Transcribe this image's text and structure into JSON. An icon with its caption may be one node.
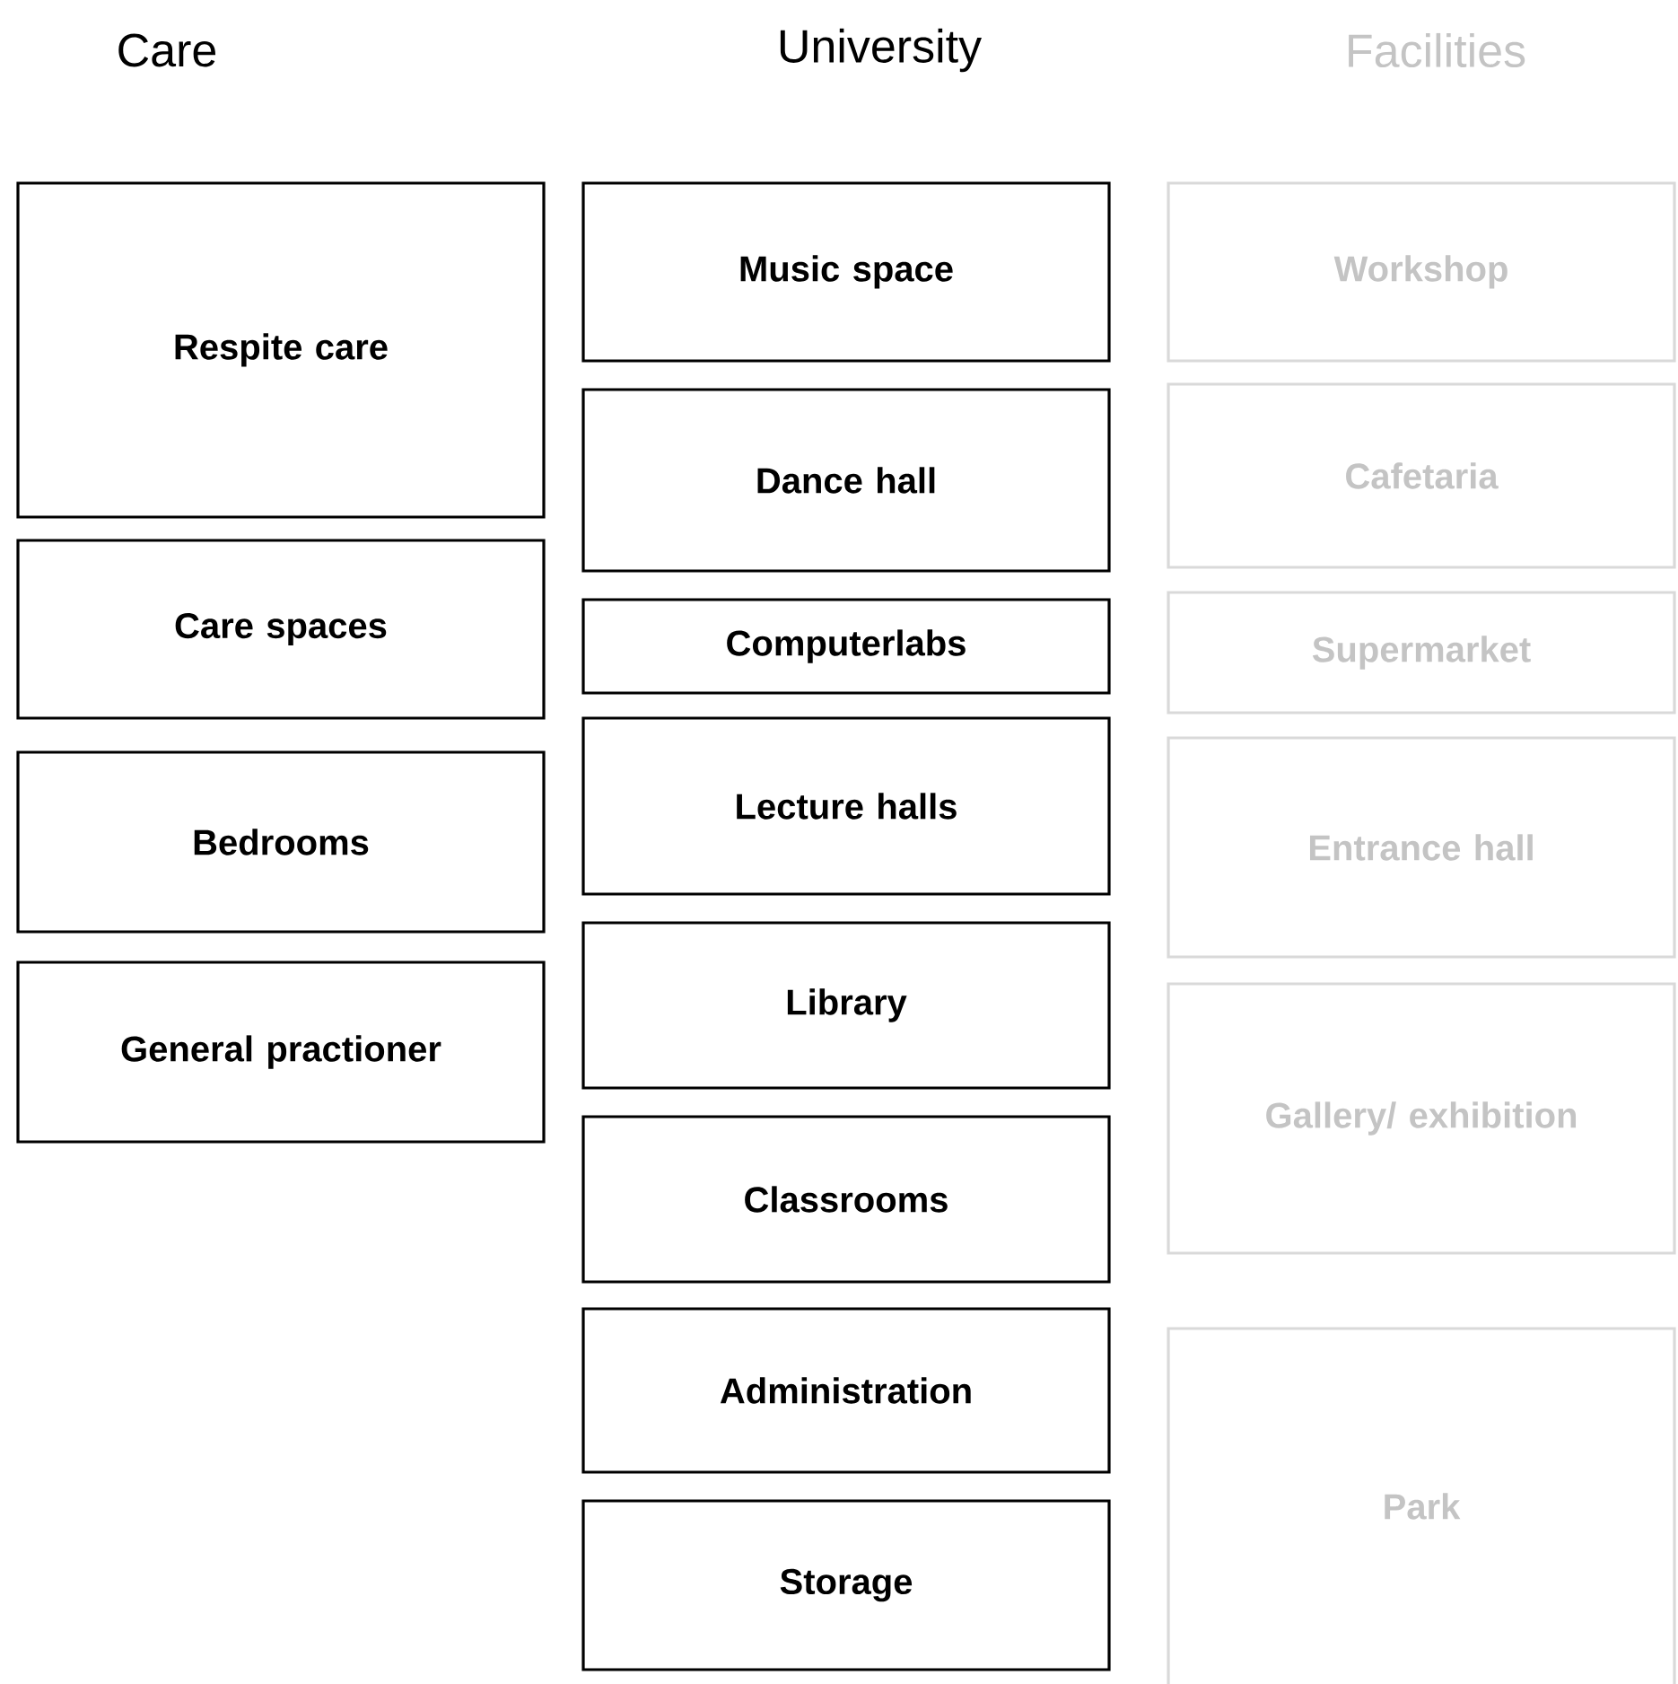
{
  "diagram": {
    "nodes": [
      {
        "text": [
          "Respite care"
        ]
      },
      {
        "text": [
          "Care spaces"
        ]
      },
      {
        "text": [
          "Bedrooms"
        ]
      },
      {
        "text": [
          "General practioner"
        ]
      },
      {
        "text": [
          "Music space"
        ]
      },
      {
        "text": [
          "Dance hall"
        ]
      },
      {
        "text": [
          "Computerlabs"
        ]
      },
      {
        "text": [
          "Lecture halls"
        ]
      },
      {
        "text": [
          "Library"
        ]
      },
      {
        "text": [
          "Classrooms"
        ]
      },
      {
        "text": [
          "Administration"
        ]
      },
      {
        "text": [
          "Storage"
        ]
      },
      {
        "text": [
          "Workshop"
        ]
      },
      {
        "text": [
          "Cafetaria"
        ]
      },
      {
        "text": [
          "Supermarket"
        ]
      },
      {
        "text": [
          "Entrance hall"
        ]
      },
      {
        "text": [
          "Gallery/ exhibition"
        ]
      },
      {
        "text": [
          "Park"
        ]
      }
    ],
    "labels": [
      "Care",
      "University",
      "Facilities"
    ]
  }
}
